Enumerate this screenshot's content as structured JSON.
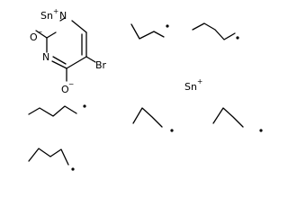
{
  "molecule": {
    "ring_atoms": {
      "n_top": "N",
      "n_bottom": "N",
      "bromine": "Br"
    },
    "oxygen_top": {
      "symbol": "O",
      "charge": "−"
    },
    "oxygen_bottom": {
      "symbol": "O",
      "charge": "−"
    },
    "tin_bound": {
      "symbol": "Sn",
      "charge": "+"
    },
    "tin_free": {
      "symbol": "Sn",
      "charge": "+"
    },
    "butyl_radical_count": 6
  },
  "colors": {
    "line": "#000000",
    "background": "#ffffff"
  }
}
